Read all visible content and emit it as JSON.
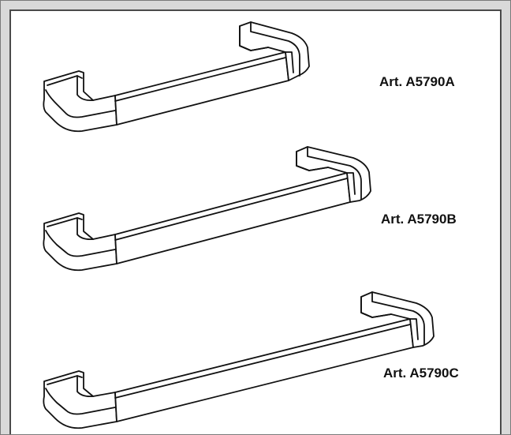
{
  "products": [
    {
      "article": "Art. A5790A"
    },
    {
      "article": "Art. A5790B"
    },
    {
      "article": "Art. A5790C"
    }
  ]
}
